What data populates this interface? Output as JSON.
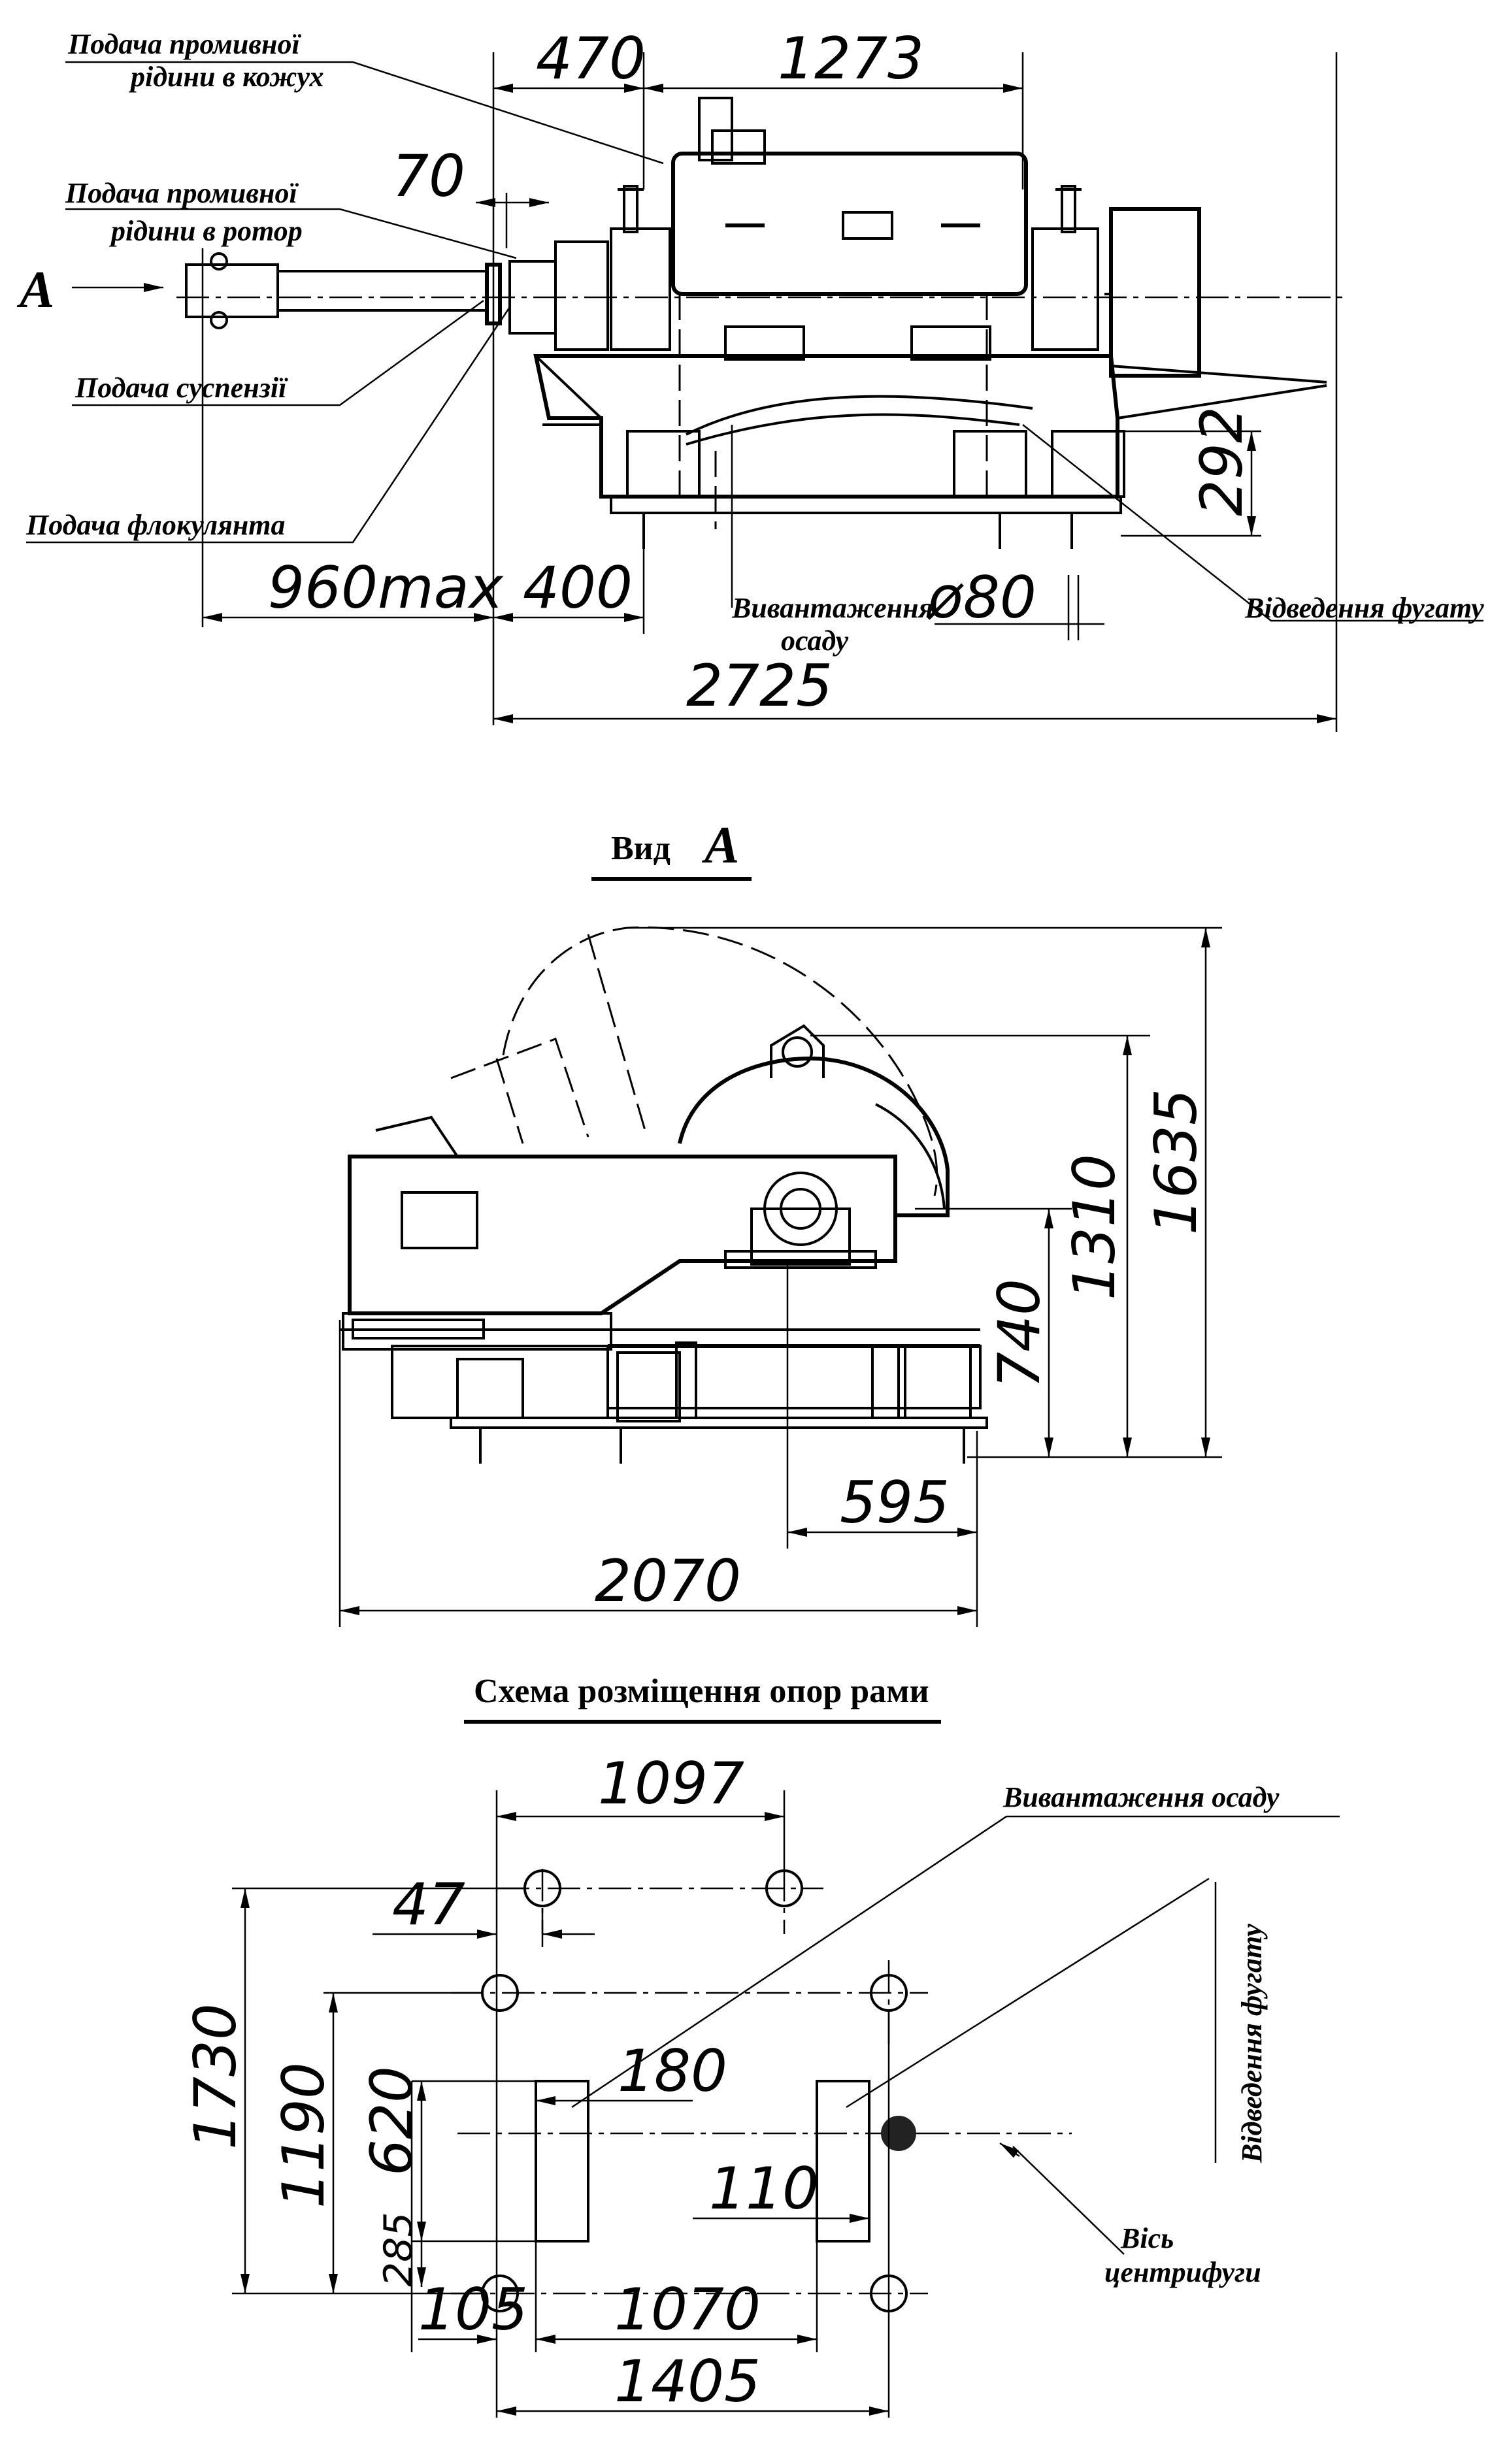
{
  "view1": {
    "labels": {
      "wash_shell_1": "Подача промивної",
      "wash_shell_2": "рідини в кожух",
      "wash_rotor_1": "Подача промивної",
      "wash_rotor_2": "рідини в ротор",
      "suspension": "Подача суспензії",
      "flocculant": "Подача флокулянта",
      "sediment_1": "Вивантаження",
      "sediment_2": "осаду",
      "fugate": "Відведення фугату",
      "arrow_a": "A"
    },
    "dims": {
      "d470": "470",
      "d1273": "1273",
      "d70": "70",
      "d292": "292",
      "d960": "960max",
      "d400": "400",
      "d80": "ø80",
      "d2725": "2725"
    }
  },
  "view2": {
    "title_prefix": "Вид",
    "title_letter": "A",
    "dims": {
      "d1310": "1310",
      "d1635": "1635",
      "d740": "740",
      "d595": "595",
      "d2070": "2070"
    }
  },
  "view3": {
    "title": "Схема розміщення опор рами",
    "labels": {
      "sediment": "Вивантаження осаду",
      "fugate": "Відведення фугату",
      "axis_1": "Вісь",
      "axis_2": "центрифуги"
    },
    "dims": {
      "d1097": "1097",
      "d47": "47",
      "d1730": "1730",
      "d1190": "1190",
      "d620": "620",
      "d285": "285",
      "d180": "180",
      "d110": "110",
      "d105": "105",
      "d1070": "1070",
      "d1405": "1405"
    }
  }
}
